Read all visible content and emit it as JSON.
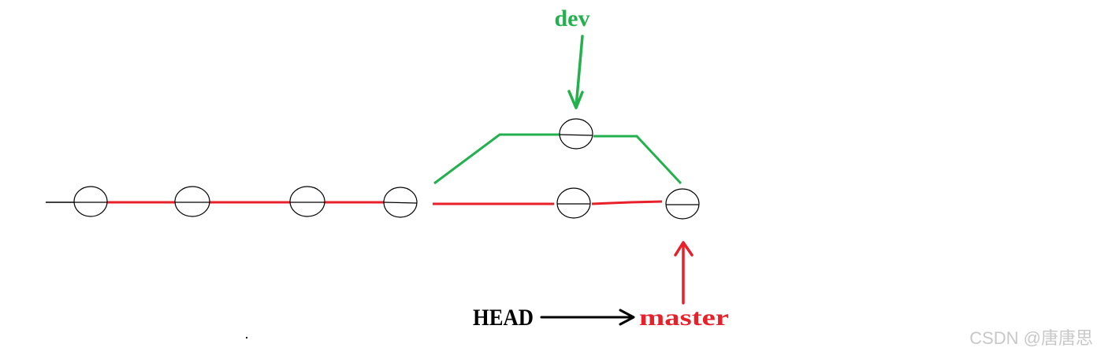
{
  "labels": {
    "dev": "dev",
    "head": "HEAD",
    "master": "master"
  },
  "watermark": "CSDN @唐唐思",
  "colors": {
    "master": "#e8202a",
    "dev": "#22b14c",
    "head": "#000000",
    "commit_outline": "#000000",
    "watermark": "#c8c8c8",
    "background": "#ffffff"
  }
}
